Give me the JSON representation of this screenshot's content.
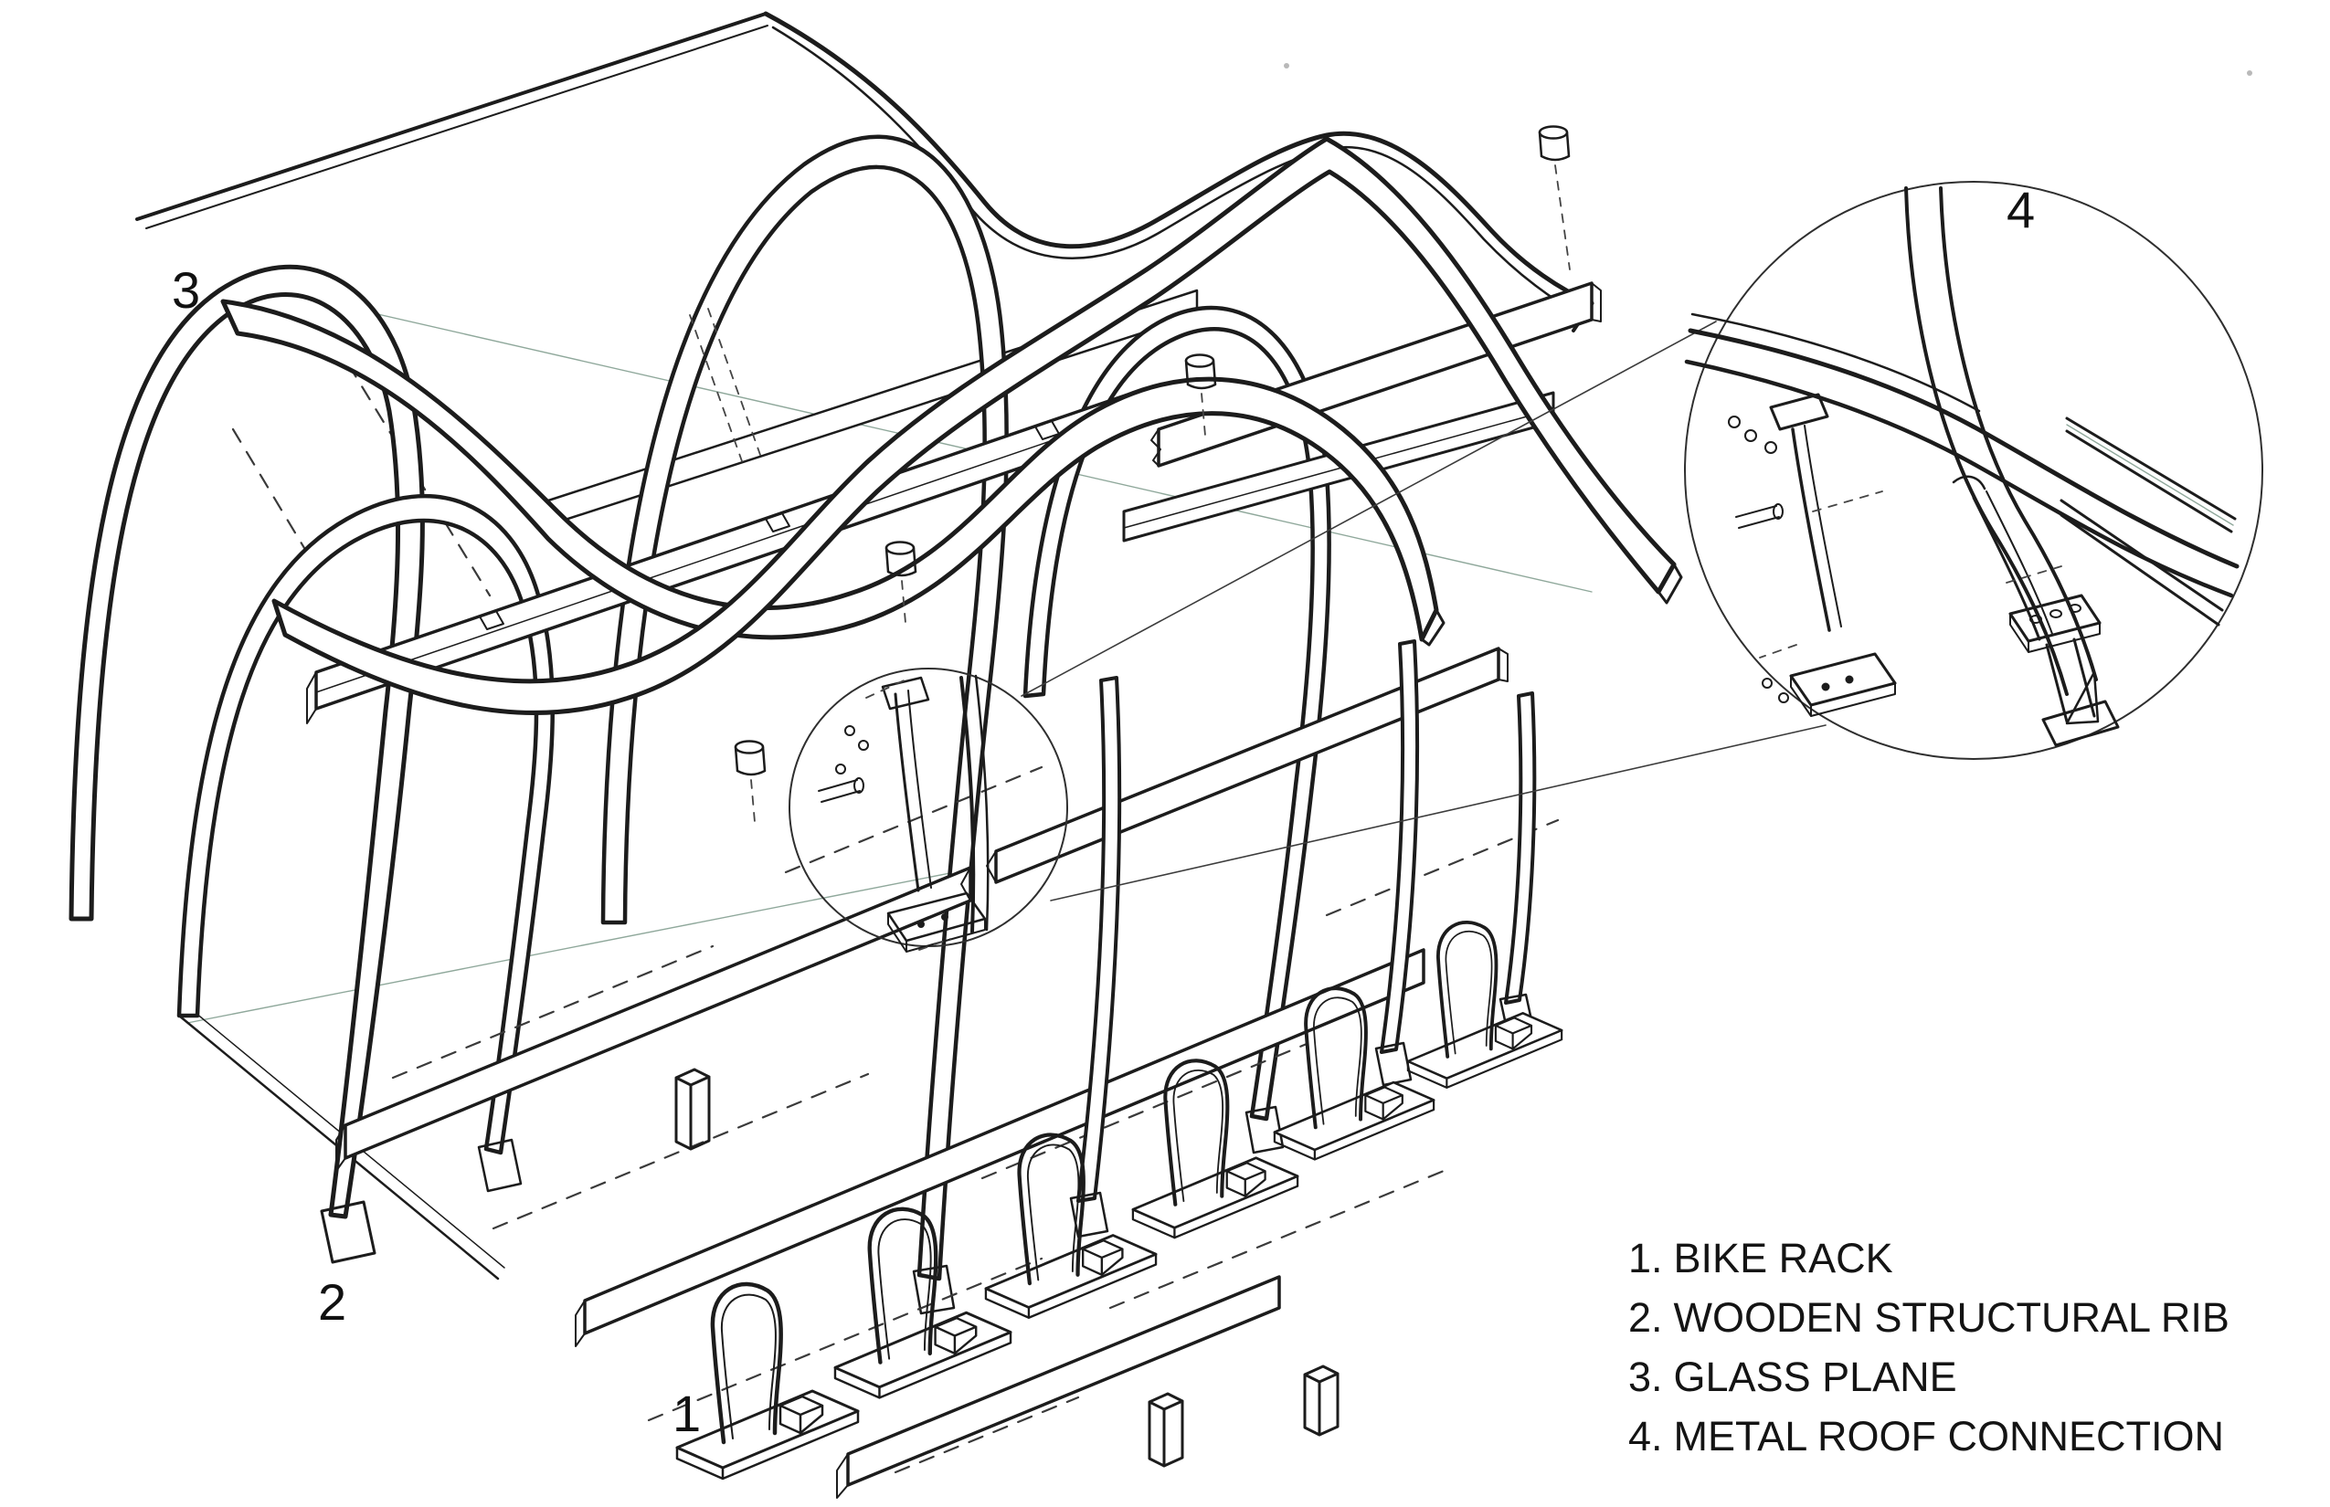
{
  "figure": {
    "kind": "axonometric construction diagram of a bike shelter",
    "paper_color": "#ffffff",
    "ink_color": "#1c1c1c"
  },
  "callouts": [
    {
      "number": "1"
    },
    {
      "number": "2"
    },
    {
      "number": "3"
    },
    {
      "number": "4"
    }
  ],
  "legend": {
    "items": [
      {
        "num": "1.",
        "label": "BIKE RACK"
      },
      {
        "num": "2.",
        "label": "WOODEN STRUCTURAL RIB"
      },
      {
        "num": "3.",
        "label": "GLASS PLANE"
      },
      {
        "num": "4.",
        "label": "METAL ROOF CONNECTION"
      }
    ]
  }
}
